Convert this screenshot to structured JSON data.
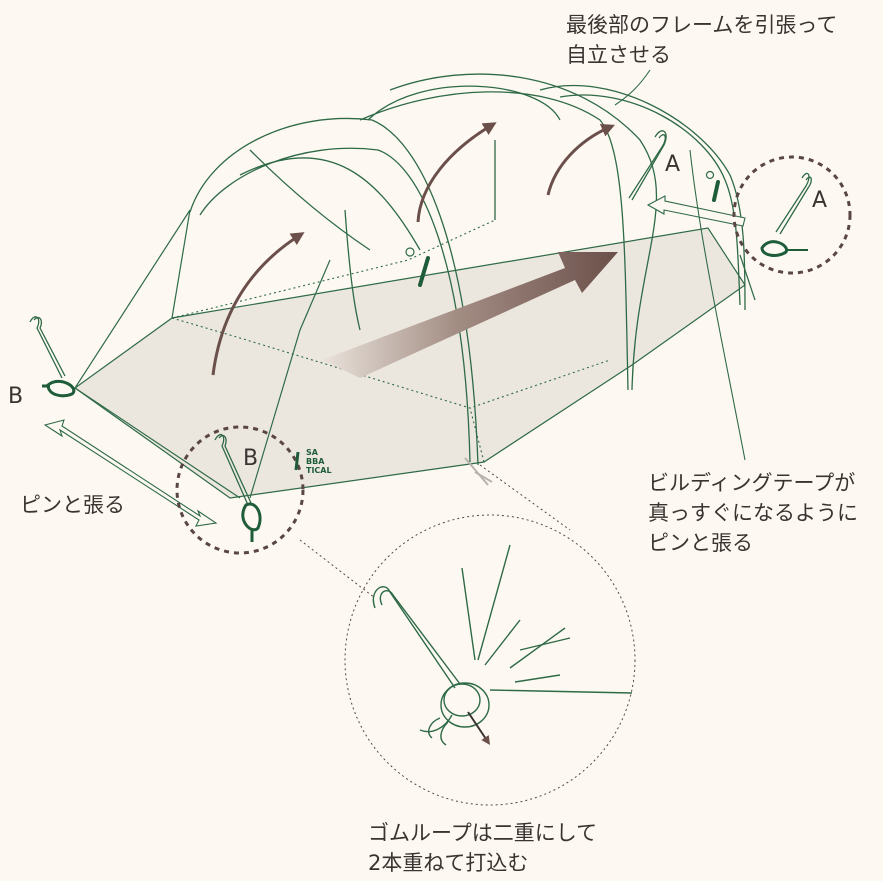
{
  "callouts": {
    "frame_line1": "最後部のフレームを引張って",
    "frame_line2": "自立させる",
    "pin_b": "ピンと張る",
    "tape_line1": "ビルディングテープが",
    "tape_line2": "真っすぐになるように",
    "tape_line3": "ピンと張る",
    "loop_line1": "ゴムループは二重にして",
    "loop_line2": "2本重ねて打込む"
  },
  "markers": {
    "a_tent": "A",
    "a_circle": "A",
    "b_outer": "B",
    "b_circle": "B"
  },
  "logo": {
    "line1": "SA",
    "line2": "BBA",
    "line3": "TICAL"
  },
  "colors": {
    "line": "#2f6a47",
    "floor": "#ebe7df",
    "arrow": "#6b4f4a",
    "dash_circle": "#5a4545",
    "background": "#fdf9f2"
  }
}
